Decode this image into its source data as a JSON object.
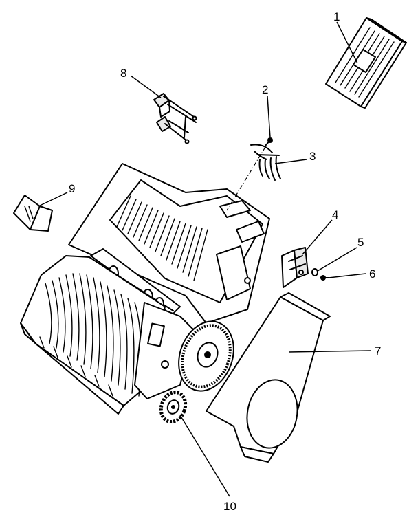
{
  "colors": {
    "ink": "#000000",
    "paper": "#ffffff",
    "shade": "#e9e9e9"
  },
  "callouts": [
    {
      "id": "1",
      "label": "1"
    },
    {
      "id": "2",
      "label": "2"
    },
    {
      "id": "3",
      "label": "3"
    },
    {
      "id": "4",
      "label": "4"
    },
    {
      "id": "5",
      "label": "5"
    },
    {
      "id": "6",
      "label": "6"
    },
    {
      "id": "7",
      "label": "7"
    },
    {
      "id": "8",
      "label": "8"
    },
    {
      "id": "9",
      "label": "9"
    },
    {
      "id": "10",
      "label": "10"
    }
  ]
}
